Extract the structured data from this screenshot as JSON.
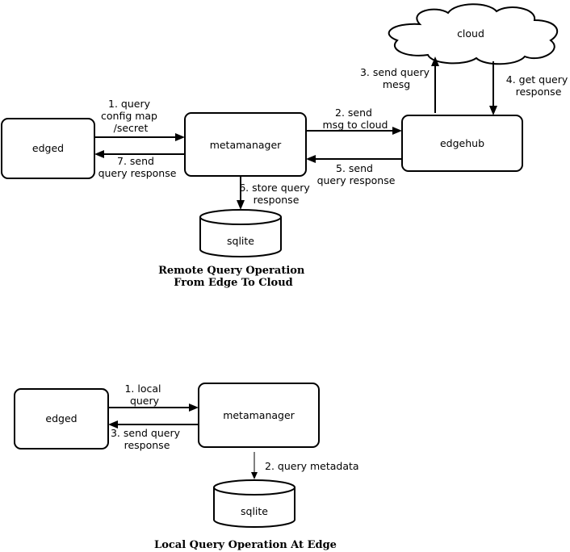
{
  "remote": {
    "nodes": {
      "edged": "edged",
      "metamanager": "metamanager",
      "edgehub": "edgehub",
      "cloud": "cloud",
      "sqlite": "sqlite"
    },
    "edges": {
      "e1": [
        "1. query",
        "config map",
        "/secret"
      ],
      "e2": [
        "2. send",
        "msg to cloud"
      ],
      "e3": [
        "3. send query",
        "mesg"
      ],
      "e4": [
        "4. get query",
        "response"
      ],
      "e5": [
        "5. send",
        "query response"
      ],
      "e6": [
        "6. store query",
        "response"
      ],
      "e7": [
        "7. send",
        "query response"
      ]
    },
    "caption": [
      "Remote Query Operation",
      "From Edge To Cloud"
    ]
  },
  "local": {
    "nodes": {
      "edged": "edged",
      "metamanager": "metamanager",
      "sqlite": "sqlite"
    },
    "edges": {
      "e1": [
        "1. local",
        "query"
      ],
      "e2": [
        "2. query metadata"
      ],
      "e3": [
        "3. send query",
        "response"
      ]
    },
    "caption": [
      "Local Query Operation At Edge"
    ]
  }
}
